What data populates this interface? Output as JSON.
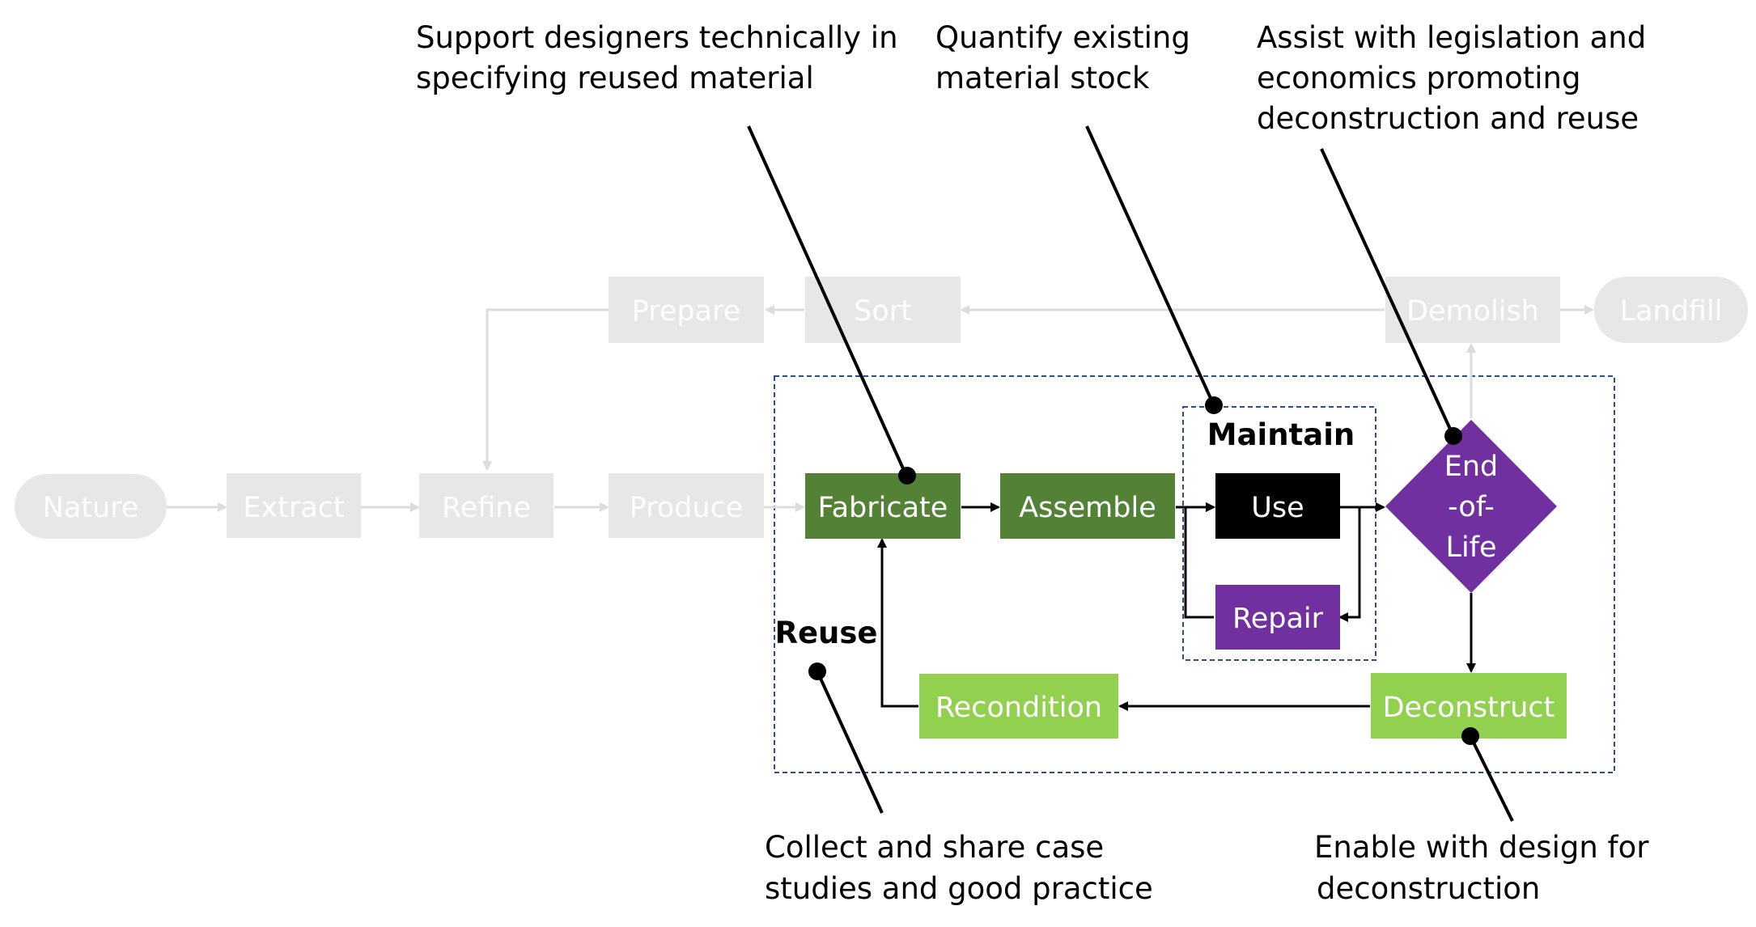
{
  "colors": {
    "faded_fill": "#e7e7e7",
    "faded_text": "#ffffff",
    "faded_line": "#dcdcdc",
    "dark_green": "#538135",
    "light_green": "#92d050",
    "purple": "#7030a0",
    "black": "#000000",
    "dashed_border": "#2f4d8a"
  },
  "nodes": {
    "nature": "Nature",
    "extract": "Extract",
    "refine": "Refine",
    "produce": "Produce",
    "prepare": "Prepare",
    "sort": "Sort",
    "demolish": "Demolish",
    "landfill": "Landfill",
    "fabricate": "Fabricate",
    "assemble": "Assemble",
    "use": "Use",
    "repair": "Repair",
    "end_of_life_1": "End",
    "end_of_life_2": "-of-",
    "end_of_life_3": "Life",
    "deconstruct": "Deconstruct",
    "recondition": "Recondition"
  },
  "groups": {
    "maintain": "Maintain",
    "reuse": "Reuse"
  },
  "callouts": {
    "support_1": "Support designers technically in",
    "support_2": "specifying reused material",
    "quantify_1": "Quantify existing",
    "quantify_2": "material stock",
    "assist_1": "Assist with legislation and",
    "assist_2": "economics promoting",
    "assist_3": "deconstruction and reuse",
    "collect_1": "Collect and share case",
    "collect_2": "studies and good practice",
    "enable_1": "Enable with design for",
    "enable_2": "deconstruction"
  }
}
